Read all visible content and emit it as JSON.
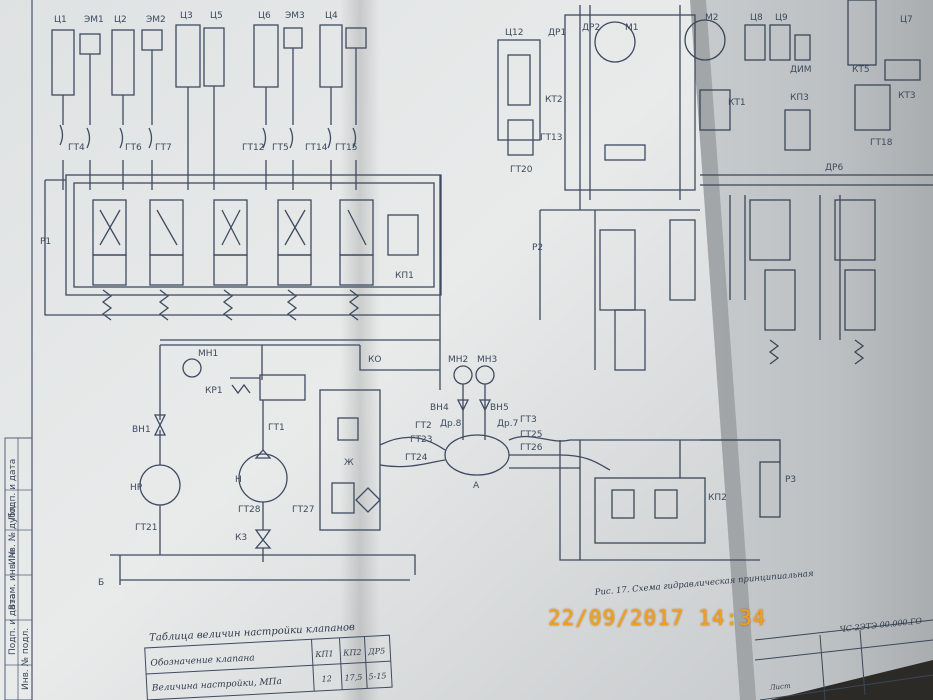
{
  "photo": {
    "subject": "Photograph of a printed hydraulic schematic drawing on a folded sheet",
    "timestamp": "22/09/2017  14:34"
  },
  "labels": {
    "top_left": [
      "Ц1",
      "ЭМ1",
      "Ц2",
      "ЭМ2",
      "Ц3",
      "Ц5",
      "Ц6",
      "ЭМ3",
      "Ц4"
    ],
    "top_right": [
      "Ц12",
      "ДР1",
      "ДР2",
      "М1",
      "М2",
      "Ц8",
      "Ц9",
      "Ц7",
      "КТ1",
      "ДИМ",
      "КП3",
      "КТ3",
      "КТ2",
      "ГТ13",
      "ГТ20",
      "КТ5",
      "ДР6",
      "ГТ18"
    ],
    "hoses": [
      "ГТ4",
      "ГТ6",
      "ГТ7",
      "ГТ12",
      "ГТ5",
      "ГТ14",
      "ГТ15"
    ],
    "valves": [
      "Р1",
      "Р2",
      "КП1",
      "Р3",
      "КП2"
    ],
    "pump_unit": [
      "МН1",
      "КР1",
      "ВН1",
      "НР",
      "ГТ21",
      "ГТ1",
      "Н",
      "ГТ28",
      "ГТ27",
      "К3",
      "Ж",
      "Б",
      "КО"
    ],
    "manifold": [
      "МН2",
      "МН3",
      "ВН4",
      "ВН5",
      "Др.8",
      "Др.7",
      "ГТ2",
      "ГТ3",
      "ГТ23",
      "ГТ25",
      "ГТ24",
      "ГТ26",
      "А"
    ]
  },
  "table": {
    "title": "Таблица величин настройки клапанов",
    "headers": [
      "КП1",
      "КП2",
      "ДР5"
    ],
    "rows": [
      {
        "name": "Обозначение клапана",
        "values": [
          "КП1",
          "КП2",
          "ДР5"
        ]
      },
      {
        "name": "Величина настройки, МПа",
        "values": [
          "12",
          "17,5",
          "5-15"
        ]
      }
    ]
  },
  "caption": "Рис. 17. Схема гидравлическая принципиальная",
  "title_block": {
    "code": "ЧС-2ЭТЭ 00.000.ГО",
    "sheet": "Лист"
  },
  "side_stamp": [
    "Инв. № подл.",
    "Подп. и дата",
    "Взам. инв. №",
    "Инв. № дубл.",
    "Подп. и дата"
  ]
}
